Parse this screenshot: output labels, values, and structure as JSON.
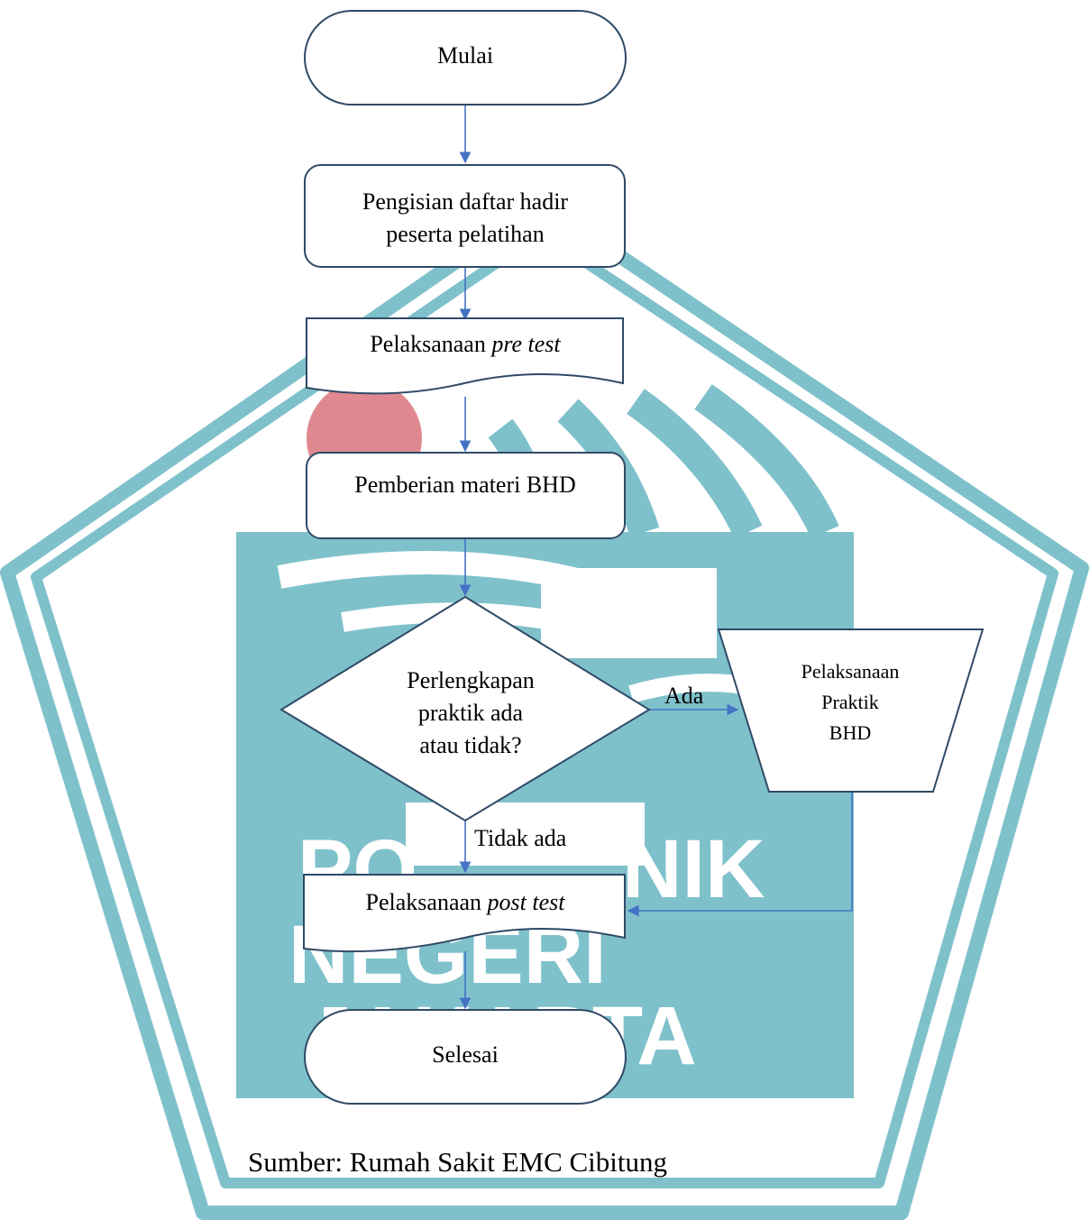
{
  "diagram": {
    "nodes": {
      "start": "Mulai",
      "attendance": [
        "Pengisian daftar hadir",
        "peserta pelatihan"
      ],
      "pretest": {
        "text": "Pelaksanaan ",
        "italic": "pre test"
      },
      "material": "Pemberian materi BHD",
      "decision": [
        "Perlengkapan",
        "praktik ada",
        "atau tidak?"
      ],
      "practice": [
        "Pelaksanaan",
        "Praktik",
        "BHD"
      ],
      "posttest": {
        "text": "Pelaksanaan ",
        "italic": "post test"
      },
      "end": "Selesai"
    },
    "edge_labels": {
      "yes": "Ada",
      "no": "Tidak ada"
    }
  },
  "watermark": {
    "lines": [
      "PO",
      "NIK",
      "NEGERI",
      "JAKARTA"
    ],
    "colors": {
      "teal": "#7fc1cb",
      "red": "#e08890"
    }
  },
  "caption": "Sumber: Rumah Sakit EMC Cibitung",
  "colors": {
    "connector": "#4472c4",
    "shape_stroke": "#2f4a66"
  }
}
